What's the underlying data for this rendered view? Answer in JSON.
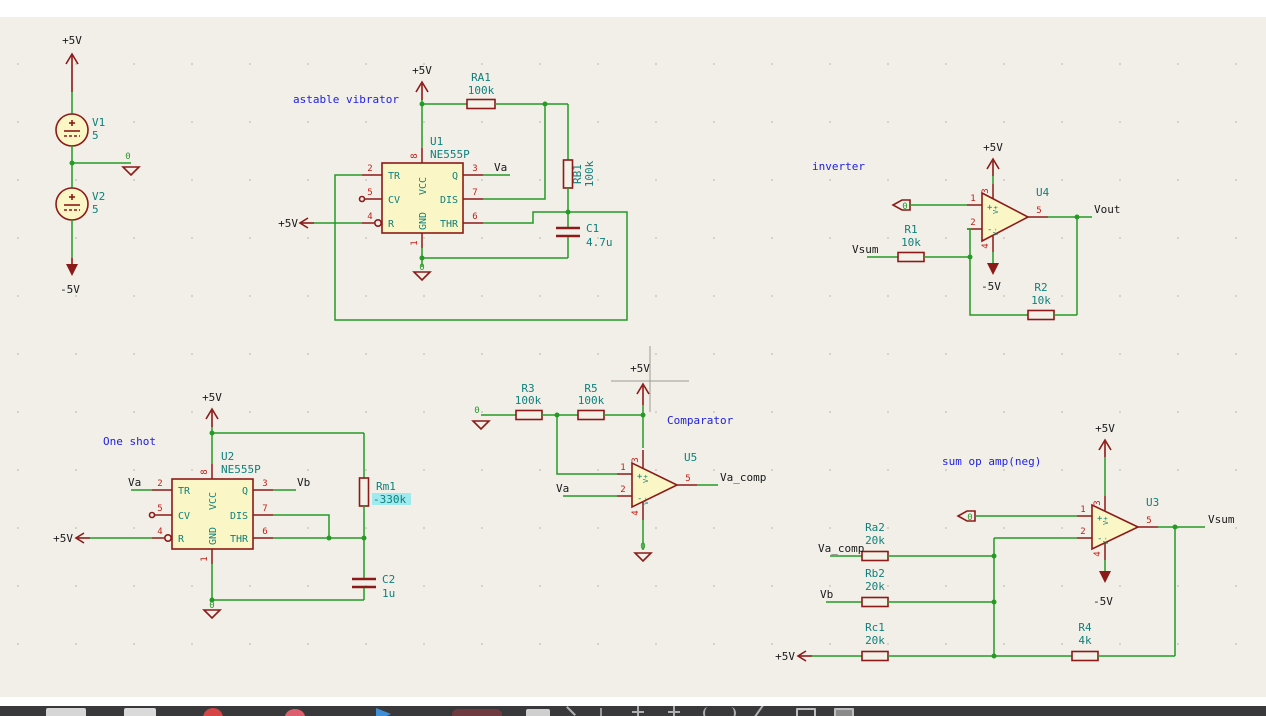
{
  "colors": {
    "canvas_bg": "#F1EFE8",
    "wire_green": "#259B25",
    "symbol_maroon": "#8C1A18",
    "pin_number_red": "#C22018",
    "field_teal": "#0F807C",
    "label_black": "#1a1a1a",
    "title_blue": "#2121DF",
    "highlight_cyan": "#9EEAEF",
    "taskbar_gray": "#39393B"
  },
  "sections": {
    "astable": "astable vibrator",
    "oneshot": "One shot",
    "inverter": "inverter",
    "comparator": "Comparator",
    "sum": "sum op amp(neg)"
  },
  "power": {
    "p5": "+5V",
    "n5": "-5V",
    "gnd": "0"
  },
  "nets": {
    "va": "Va",
    "vb": "Vb",
    "vout": "Vout",
    "vsum": "Vsum",
    "va_comp": "Va_comp"
  },
  "timer": {
    "pins": {
      "tr": "TR",
      "cv": "CV",
      "r": "R",
      "q": "Q",
      "dis": "DIS",
      "thr": "THR",
      "vcc": "VCC",
      "gnd": "GND",
      "n1": "1",
      "n2": "2",
      "n3": "3",
      "n4": "4",
      "n5": "5",
      "n6": "6",
      "n7": "7",
      "n8": "8"
    }
  },
  "opamp": {
    "pin_plus": "+",
    "pin_minus": "-",
    "rail_plus": "V+",
    "rail_minus": "V-",
    "n1": "1",
    "n2": "2",
    "n3": "3",
    "n4": "4",
    "n5": "5"
  },
  "components": {
    "v1": {
      "ref": "V1",
      "value": "5"
    },
    "v2": {
      "ref": "V2",
      "value": "5"
    },
    "u1": {
      "ref": "U1",
      "value": "NE555P"
    },
    "u2": {
      "ref": "U2",
      "value": "NE555P"
    },
    "u3": {
      "ref": "U3"
    },
    "u4": {
      "ref": "U4"
    },
    "u5": {
      "ref": "U5"
    },
    "ra1": {
      "ref": "RA1",
      "value": "100k"
    },
    "rb1": {
      "ref": "RB1",
      "value": "100k"
    },
    "c1": {
      "ref": "C1",
      "value": "4.7u"
    },
    "rm1": {
      "ref": "Rm1",
      "value": "-330k"
    },
    "c2": {
      "ref": "C2",
      "value": "1u"
    },
    "r1": {
      "ref": "R1",
      "value": "10k"
    },
    "r2": {
      "ref": "R2",
      "value": "10k"
    },
    "r3": {
      "ref": "R3",
      "value": "100k"
    },
    "r5": {
      "ref": "R5",
      "value": "100k"
    },
    "ra2": {
      "ref": "Ra2",
      "value": "20k"
    },
    "rb2": {
      "ref": "Rb2",
      "value": "20k"
    },
    "rc1": {
      "ref": "Rc1",
      "value": "20k"
    },
    "r4": {
      "ref": "R4",
      "value": "4k"
    }
  },
  "taskbar": {
    "icons": [
      "app-window",
      "file-manager",
      "record",
      "media-heart",
      "play",
      "dock-app",
      "window-small",
      "glyph-row"
    ]
  }
}
